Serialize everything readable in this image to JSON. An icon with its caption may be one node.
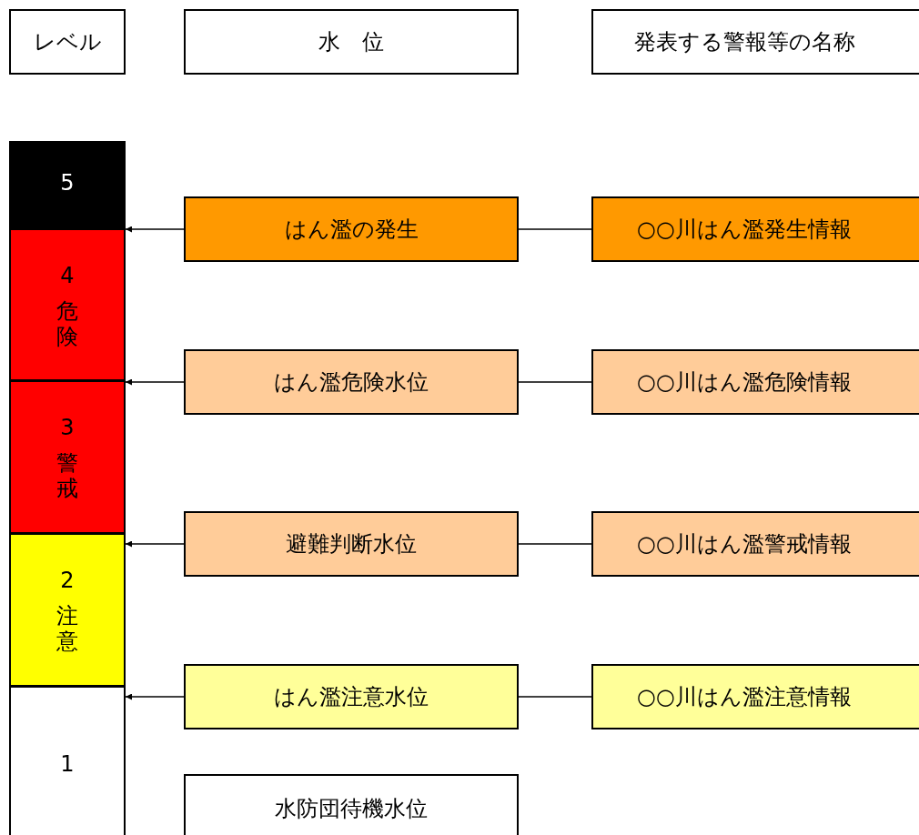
{
  "diagram": {
    "nodes": [
      {
        "text": [
          "レベル"
        ]
      },
      {
        "text": [
          "水　位"
        ]
      },
      {
        "text": [
          "発表する警報等の名称"
        ]
      },
      {
        "text": [
          "5"
        ]
      },
      {
        "text": [
          "4",
          "危険"
        ]
      },
      {
        "text": [
          "3",
          "警戒"
        ]
      },
      {
        "text": [
          "2",
          "注意"
        ]
      },
      {
        "text": [
          "1"
        ]
      },
      {
        "text": [
          "はん濫の発生"
        ]
      },
      {
        "text": [
          "○○川はん濫発生情報"
        ]
      },
      {
        "text": [
          "はん濫危険水位"
        ]
      },
      {
        "text": [
          "○○川はん濫危険情報"
        ]
      },
      {
        "text": [
          "避難判断水位"
        ]
      },
      {
        "text": [
          "○○川はん濫警戒情報"
        ]
      },
      {
        "text": [
          "はん濫注意水位"
        ]
      },
      {
        "text": [
          "○○川はん濫注意情報"
        ]
      },
      {
        "text": [
          "水防団待機水位"
        ]
      }
    ],
    "edges": [
      {
        "from": 8,
        "to": 3,
        "arrow": "to"
      },
      {
        "from": 9,
        "to": 8,
        "arrow": "none"
      },
      {
        "from": 10,
        "to": 4,
        "arrow": "to"
      },
      {
        "from": 11,
        "to": 10,
        "arrow": "none"
      },
      {
        "from": 12,
        "to": 5,
        "arrow": "to"
      },
      {
        "from": 13,
        "to": 12,
        "arrow": "none"
      },
      {
        "from": 14,
        "to": 6,
        "arrow": "to"
      },
      {
        "from": 15,
        "to": 14,
        "arrow": "none"
      }
    ]
  }
}
